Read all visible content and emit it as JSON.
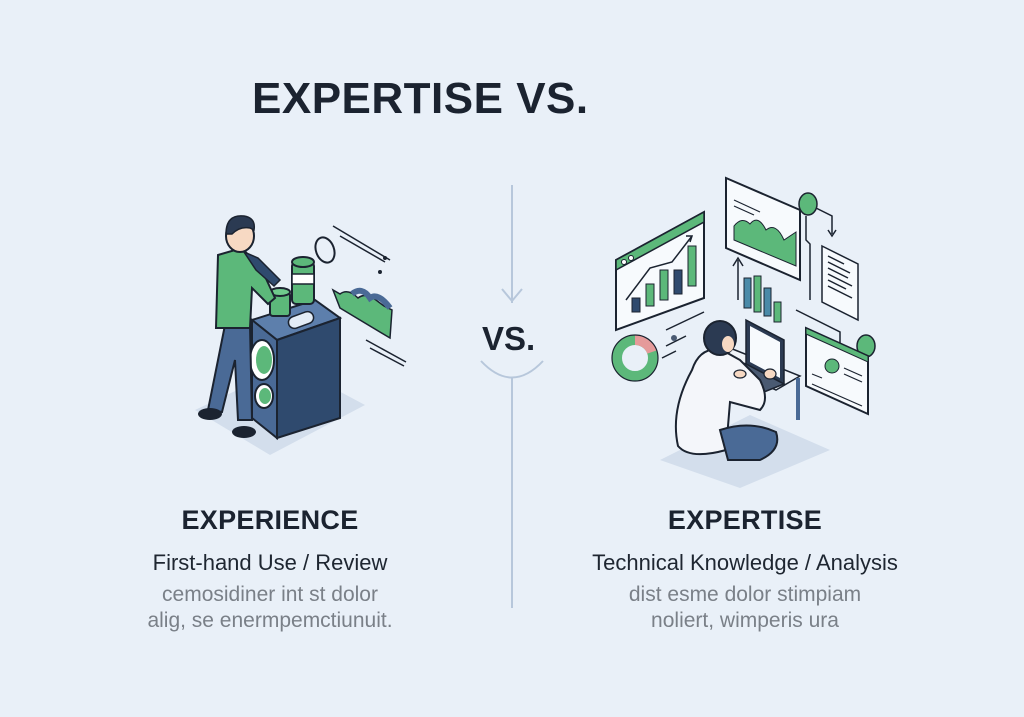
{
  "title": "EXPERTISE VS.",
  "divider": {
    "vs_label": "VS."
  },
  "left_panel": {
    "heading": "EXPERIENCE",
    "subtitle": "First-hand Use / Review",
    "body_line1": "cemosidiner int st dolor",
    "body_line2": "alig, se enermpemctiunuit.",
    "illustration": "person-using-product-icon"
  },
  "right_panel": {
    "heading": "EXPERTISE",
    "subtitle": "Technical Knowledge / Analysis",
    "body_line1": "dist esme dolor stimpiam",
    "body_line2": "noliert, wimperis ura",
    "illustration": "analyst-with-dashboards-icon"
  },
  "colors": {
    "background": "#e9f0f8",
    "text_dark": "#1b2330",
    "text_muted": "#7a8088",
    "divider": "#b7c7db",
    "accent_green": "#5cb87a",
    "accent_blue": "#4a6a96",
    "accent_navy": "#2f4a6e"
  }
}
